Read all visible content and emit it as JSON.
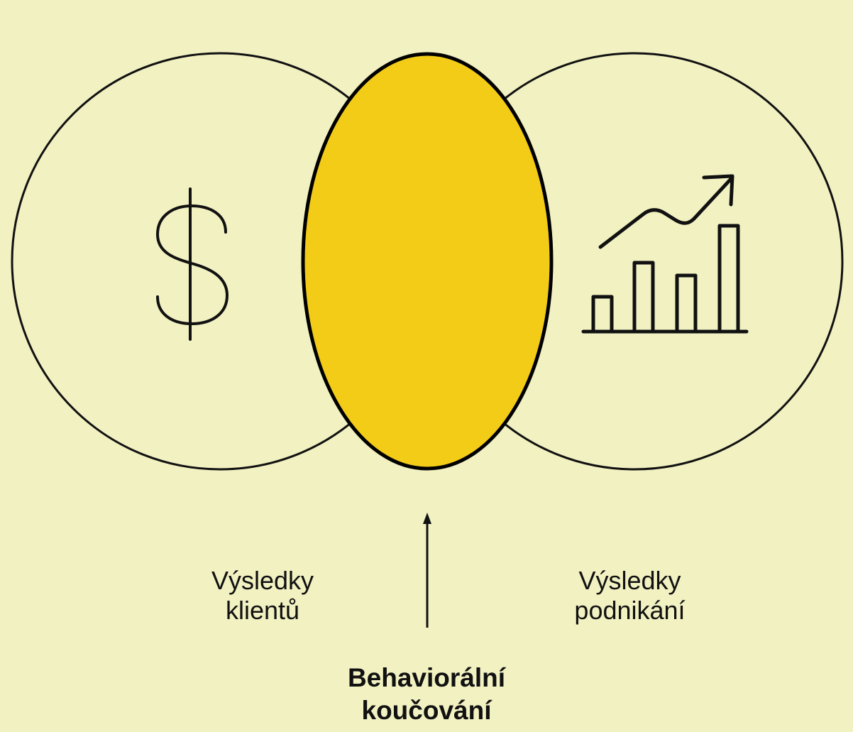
{
  "colors": {
    "background": "#f2f1c2",
    "overlap_fill": "#f2cc17",
    "stroke": "#111111"
  },
  "left_circle": {
    "icon": "dollar-icon",
    "label_line1": "Výsledky",
    "label_line2": "klientů"
  },
  "right_circle": {
    "icon": "growth-chart-icon",
    "label_line1": "Výsledky",
    "label_line2": "podnikání"
  },
  "overlap": {
    "arrow": "up-arrow-icon",
    "label_line1": "Behaviorální",
    "label_line2": "koučování"
  }
}
